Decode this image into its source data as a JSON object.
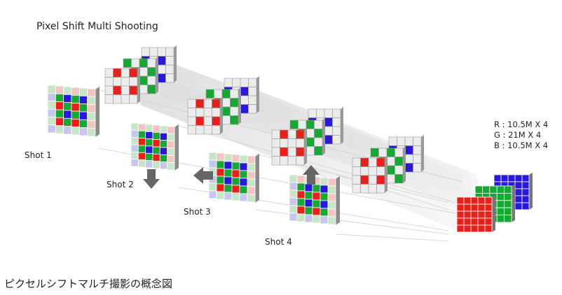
{
  "title": "Pixel Shift Multi Shooting",
  "shots": [
    {
      "label": "Shot 1",
      "arrow": "none"
    },
    {
      "label": "Shot 2",
      "arrow": "down"
    },
    {
      "label": "Shot 3",
      "arrow": "left"
    },
    {
      "label": "Shot 4",
      "arrow": "up"
    }
  ],
  "result": {
    "r": "R : 10.5M X 4",
    "g": "G : 21M X 4",
    "b": "B : 10.5M X 4"
  },
  "caption": "ピクセルシフトマルチ撮影の概念図",
  "colors": {
    "red": "#e8201c",
    "green": "#16a832",
    "blue": "#2a18d8",
    "cell": "#ececec",
    "grid": "#9a9a9a",
    "arrow": "#666666"
  }
}
